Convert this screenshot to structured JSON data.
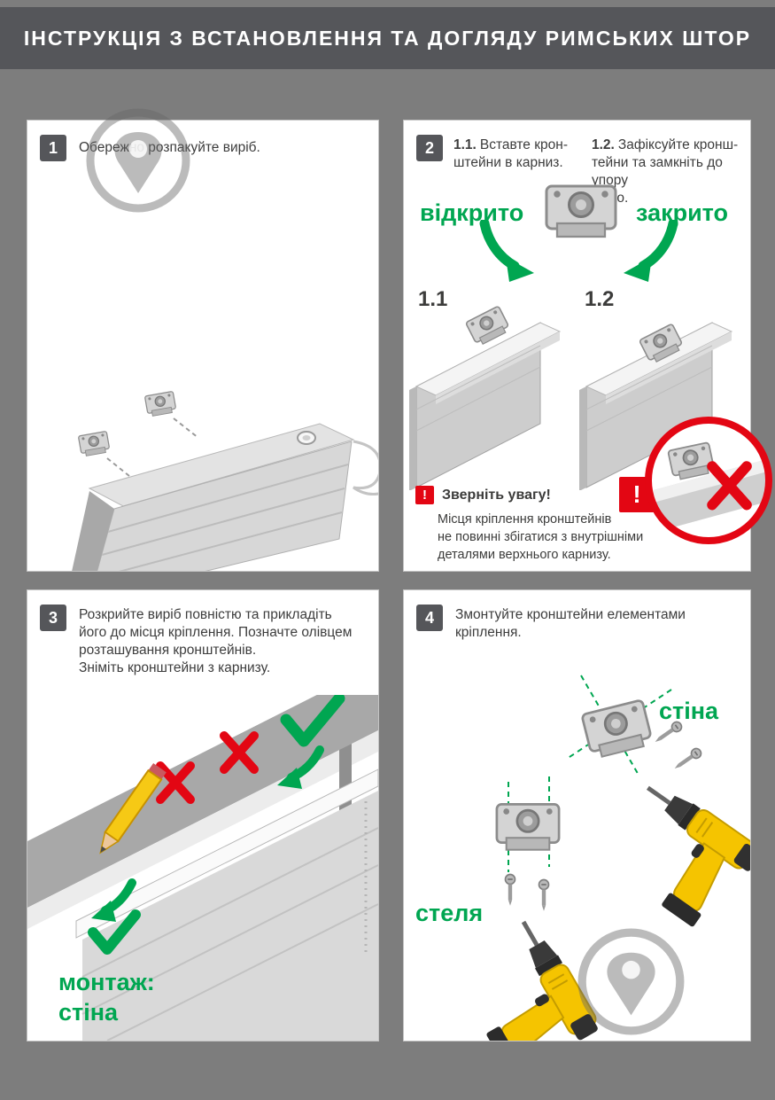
{
  "header": {
    "title": "ІНСТРУКЦІЯ З ВСТАНОВЛЕННЯ ТА ДОГЛЯДУ РИМСЬКИХ ШТОР"
  },
  "panels": {
    "step1": {
      "number": "1",
      "text": "Обережно розпакуйте виріб."
    },
    "step2": {
      "number": "2",
      "item1_label": "1.1.",
      "item1_text": "Вставте крон-\nштейни в карниз.",
      "item2_label": "1.2.",
      "item2_text": "Зафіксуйте кронш-\nтейни та замкніть до упору\nвліво.",
      "open_label": "відкрито",
      "closed_label": "закрито",
      "fig1_label": "1.1",
      "fig2_label": "1.2",
      "warning_icon": "!",
      "warning_title": "Зверніть увагу!",
      "warning_text": "Місця кріплення кронштейнів\nне повинні збігатися з внутрішніми\nдеталями верхнього карнизу."
    },
    "step3": {
      "number": "3",
      "text": "Розкрийте виріб повністю та прикладіть\nйого до місця кріплення. Позначте олівцем\nрозташування кронштейнів.\nЗніміть кронштейни з карнизу.",
      "mount_label": "монтаж:\nстіна"
    },
    "step4": {
      "number": "4",
      "text": "Змонтуйте кронштейни елементами\nкріплення.",
      "wall_label": "стіна",
      "ceiling_label": "стеля"
    }
  },
  "colors": {
    "green": "#00A651",
    "red": "#E30613",
    "header_bg": "#55565A",
    "page_bg": "#7D7D7D",
    "drill_yellow": "#F5C400"
  }
}
